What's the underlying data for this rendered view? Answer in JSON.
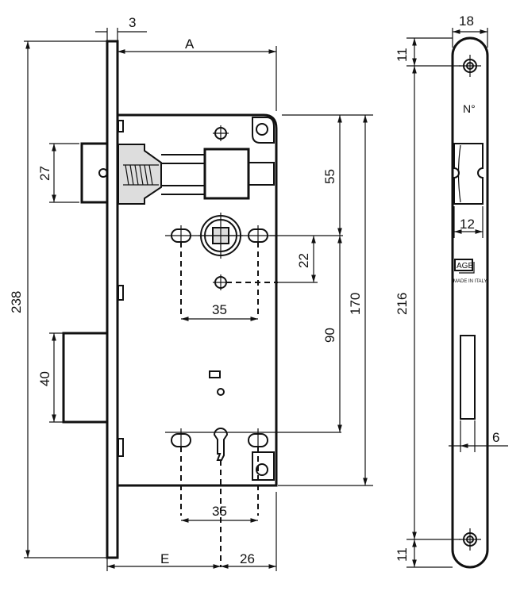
{
  "dimensions": {
    "total_height": "238",
    "faceplate_thickness": "3",
    "backset": "A",
    "latch_height": "27",
    "deadbolt_height": "40",
    "latch_to_spindle": "55",
    "body_height": "170",
    "spindle_to_lower_hole": "22",
    "spindle_to_key": "90",
    "upper_screw_spacing": "35",
    "lower_screw_spacing": "35",
    "key_backset": "E",
    "key_to_edge": "26",
    "strike_height": "216",
    "strike_top_offset": "11",
    "strike_bottom_offset": "11",
    "strike_width": "18",
    "strike_latch_width": "12",
    "strike_slot_width": "6"
  },
  "strike_plate": {
    "number_mark": "N°",
    "brand": "AGB",
    "origin": "MADE IN ITALY"
  }
}
